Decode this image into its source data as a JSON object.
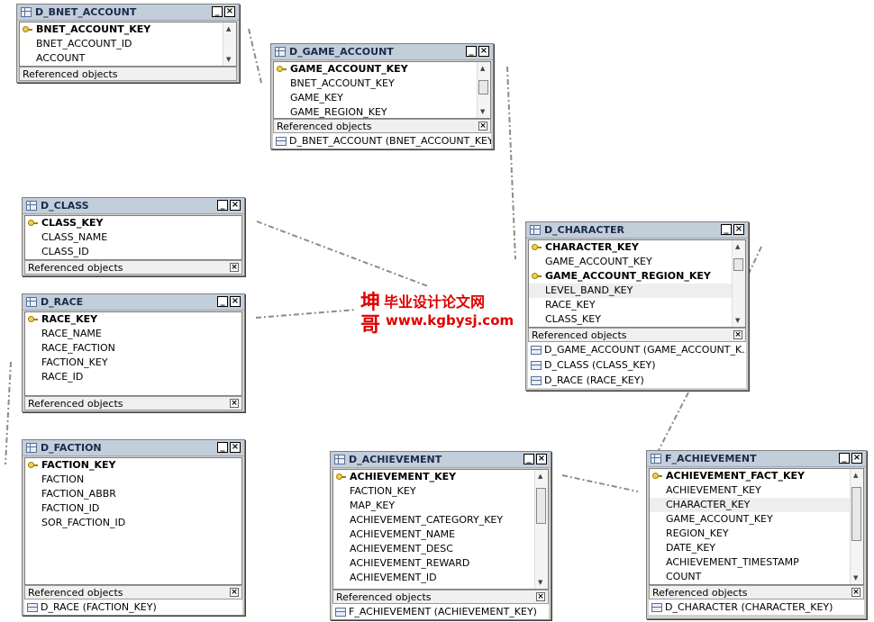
{
  "tables": {
    "bnet": {
      "title": "D_BNET_ACCOUNT",
      "columns": [
        "BNET_ACCOUNT_KEY",
        "BNET_ACCOUNT_ID",
        "ACCOUNT"
      ],
      "ref_header": "Referenced objects",
      "refs": []
    },
    "game": {
      "title": "D_GAME_ACCOUNT",
      "columns": [
        "GAME_ACCOUNT_KEY",
        "BNET_ACCOUNT_KEY",
        "GAME_KEY",
        "GAME_REGION_KEY"
      ],
      "ref_header": "Referenced objects",
      "refs": [
        "D_BNET_ACCOUNT (BNET_ACCOUNT_KEY)"
      ]
    },
    "cls": {
      "title": "D_CLASS",
      "columns": [
        "CLASS_KEY",
        "CLASS_NAME",
        "CLASS_ID"
      ],
      "ref_header": "Referenced objects",
      "refs": []
    },
    "race": {
      "title": "D_RACE",
      "columns": [
        "RACE_KEY",
        "RACE_NAME",
        "RACE_FACTION",
        "FACTION_KEY",
        "RACE_ID"
      ],
      "ref_header": "Referenced objects",
      "refs": []
    },
    "faction": {
      "title": "D_FACTION",
      "columns": [
        "FACTION_KEY",
        "FACTION",
        "FACTION_ABBR",
        "FACTION_ID",
        "SOR_FACTION_ID"
      ],
      "ref_header": "Referenced objects",
      "refs": [
        "D_RACE (FACTION_KEY)"
      ]
    },
    "character": {
      "title": "D_CHARACTER",
      "columns": [
        "CHARACTER_KEY",
        "GAME_ACCOUNT_KEY",
        "GAME_ACCOUNT_REGION_KEY",
        "LEVEL_BAND_KEY",
        "RACE_KEY",
        "CLASS_KEY"
      ],
      "ref_header": "Referenced objects",
      "refs": [
        "D_GAME_ACCOUNT (GAME_ACCOUNT_K...",
        "D_CLASS (CLASS_KEY)",
        "D_RACE (RACE_KEY)"
      ]
    },
    "achievement": {
      "title": "D_ACHIEVEMENT",
      "columns": [
        "ACHIEVEMENT_KEY",
        "FACTION_KEY",
        "MAP_KEY",
        "ACHIEVEMENT_CATEGORY_KEY",
        "ACHIEVEMENT_NAME",
        "ACHIEVEMENT_DESC",
        "ACHIEVEMENT_REWARD",
        "ACHIEVEMENT_ID"
      ],
      "ref_header": "Referenced objects",
      "refs": [
        "F_ACHIEVEMENT (ACHIEVEMENT_KEY)"
      ]
    },
    "fact": {
      "title": "F_ACHIEVEMENT",
      "columns": [
        "ACHIEVEMENT_FACT_KEY",
        "ACHIEVEMENT_KEY",
        "CHARACTER_KEY",
        "GAME_ACCOUNT_KEY",
        "REGION_KEY",
        "DATE_KEY",
        "ACHIEVEMENT_TIMESTAMP",
        "COUNT"
      ],
      "ref_header": "Referenced objects",
      "refs": [
        "D_CHARACTER (CHARACTER_KEY)"
      ]
    }
  },
  "window_buttons": {
    "minimize": "_",
    "close": "×"
  },
  "watermark": {
    "line1_char": "坤",
    "line1_text": "毕业设计论文网",
    "line2_char": "哥",
    "line2_text": "www.kgbysj.com"
  }
}
